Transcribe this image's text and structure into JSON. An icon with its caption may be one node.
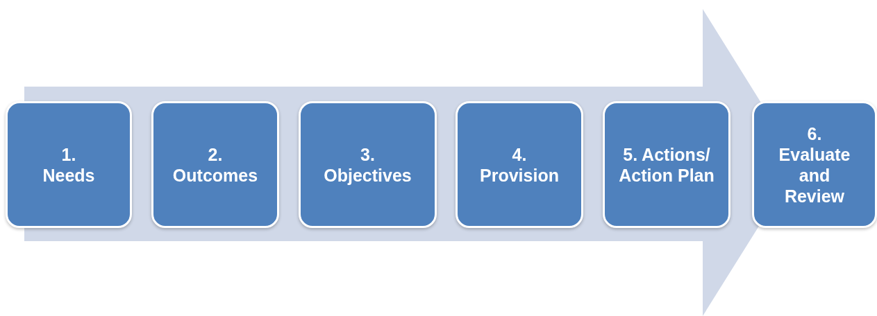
{
  "diagram": {
    "nodes": [
      {
        "text": [
          "1. Needs"
        ]
      },
      {
        "text": [
          "2. Outcomes"
        ]
      },
      {
        "text": [
          "3. Objectives"
        ]
      },
      {
        "text": [
          "4. Provision"
        ]
      },
      {
        "text": [
          "5. Actions/ Action Plan"
        ]
      },
      {
        "text": [
          "6. Evaluate and Review"
        ]
      }
    ],
    "edges": []
  }
}
